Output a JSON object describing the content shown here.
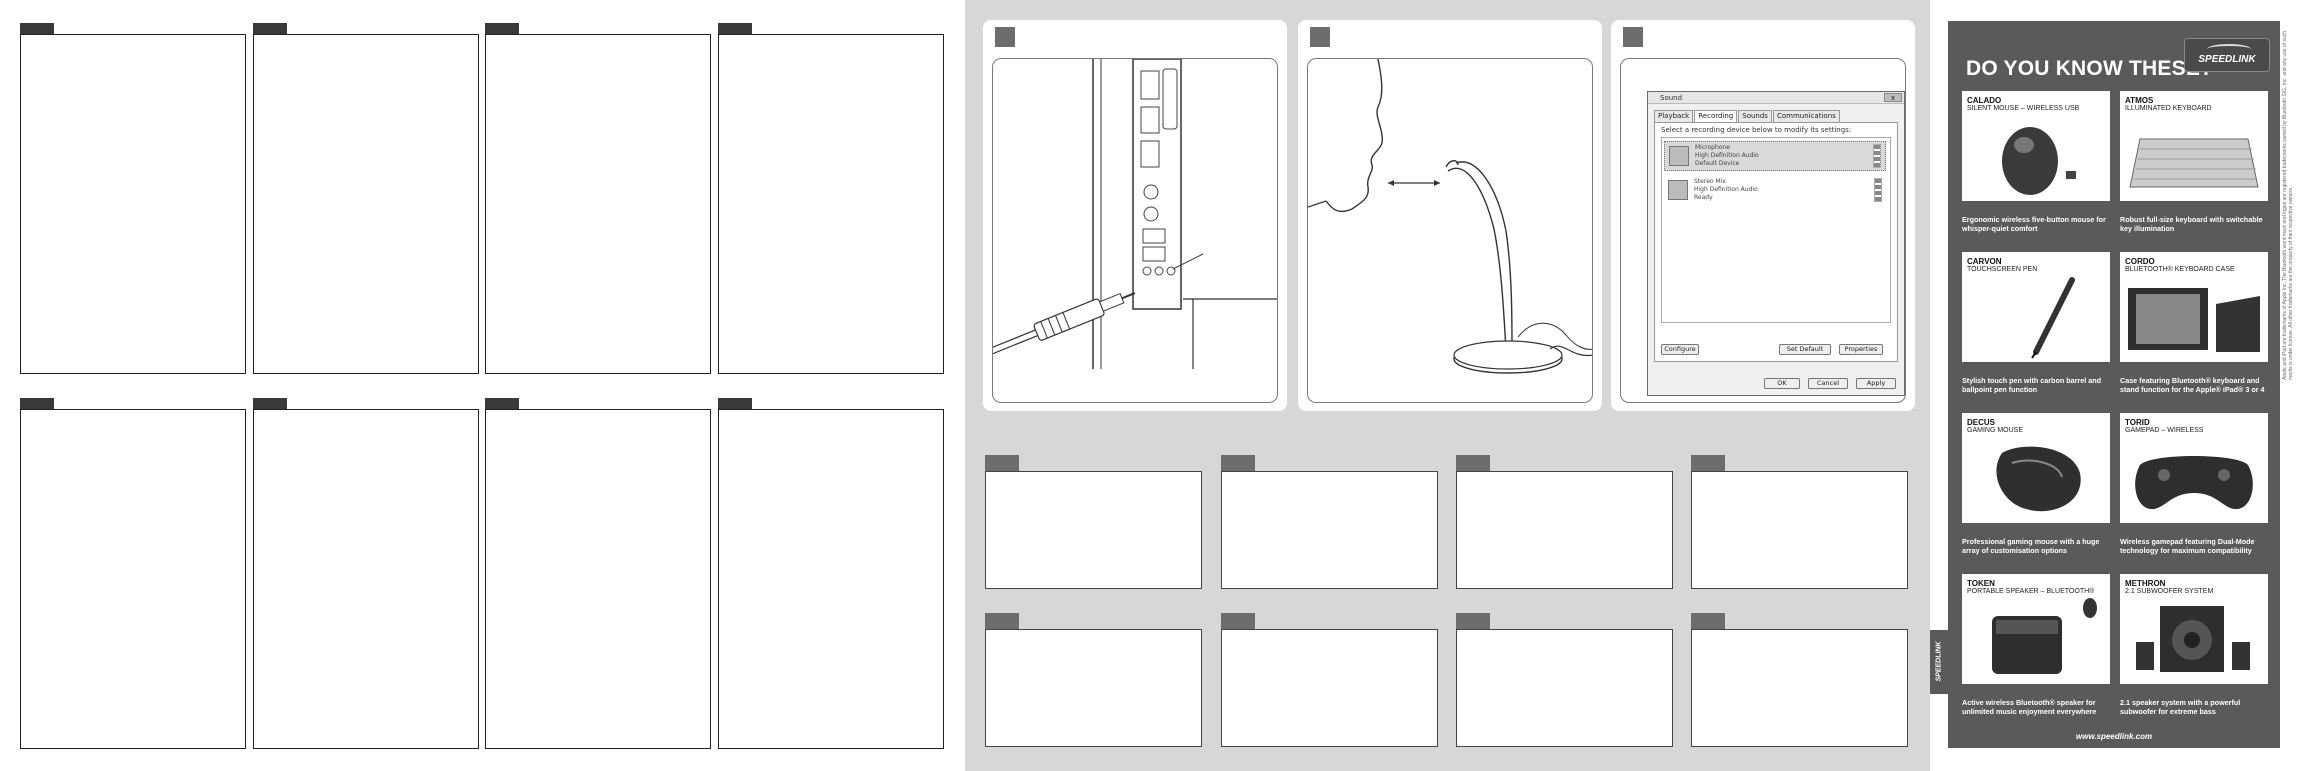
{
  "flyer": {
    "heading": "DO YOU KNOW THESE?",
    "logo_text": "SPEEDLINK",
    "website": "www.speedlink.com",
    "side_tab": "SPEEDLINK",
    "legal_text": "Apple and iPad are trademarks of Apple Inc. The Bluetooth word mark and logos are registered trademarks owned by Bluetooth SIG, Inc. and any use of such marks is under license. All other trademarks are the property of their respective owners.",
    "products": [
      {
        "name": "CALADO",
        "sub": "SILENT MOUSE – WIRELESS USB",
        "desc": "Ergonomic wireless five-button mouse for whisper-quiet comfort",
        "icon": "mouse-icon"
      },
      {
        "name": "ATMOS",
        "sub": "ILLUMINATED KEYBOARD",
        "desc": "Robust full-size keyboard with switchable key illumination",
        "icon": "keyboard-icon"
      },
      {
        "name": "CARVON",
        "sub": "TOUCHSCREEN PEN",
        "desc": "Stylish touch pen with carbon barrel and ballpoint pen function",
        "icon": "pen-icon"
      },
      {
        "name": "CORDO",
        "sub": "BLUETOOTH® KEYBOARD CASE",
        "desc": "Case featuring Bluetooth® keyboard and stand function for the Apple® iPad® 3 or 4",
        "icon": "tablet-case-icon"
      },
      {
        "name": "DECUS",
        "sub": "GAMING MOUSE",
        "desc": "Professional gaming mouse with a huge array of customisation options",
        "icon": "gaming-mouse-icon"
      },
      {
        "name": "TORID",
        "sub": "GAMEPAD – WIRELESS",
        "desc": "Wireless gamepad featuring Dual-Mode technology for maximum compatibility",
        "icon": "gamepad-icon"
      },
      {
        "name": "TOKEN",
        "sub": "PORTABLE SPEAKER – BLUETOOTH®",
        "desc": "Active wireless Bluetooth® speaker for unlimited music enjoyment everywhere",
        "icon": "speaker-icon"
      },
      {
        "name": "METHRON",
        "sub": "2.1 SUBWOOFER SYSTEM",
        "desc": "2.1 speaker system with a powerful subwoofer for extreme bass",
        "icon": "subwoofer-icon"
      }
    ]
  },
  "dialog": {
    "title": "Sound",
    "close": "x",
    "tabs": [
      "Playback",
      "Recording",
      "Sounds",
      "Communications"
    ],
    "active_tab": 1,
    "instruction": "Select a recording device below to modify its settings:",
    "devices": [
      {
        "name": "Microphone",
        "driver": "High Definition Audio",
        "status": "Default Device"
      },
      {
        "name": "Stereo Mix",
        "driver": "High Definition Audio",
        "status": "Ready"
      }
    ],
    "configure": "Configure",
    "set_default": "Set Default",
    "properties": "Properties",
    "ok": "OK",
    "cancel": "Cancel",
    "apply": "Apply"
  },
  "colors": {
    "flyer_bg": "#5a5a5a",
    "grey_bg": "#d7d7d7",
    "tab": "#3a3a3a",
    "step": "#6d6d6d"
  }
}
